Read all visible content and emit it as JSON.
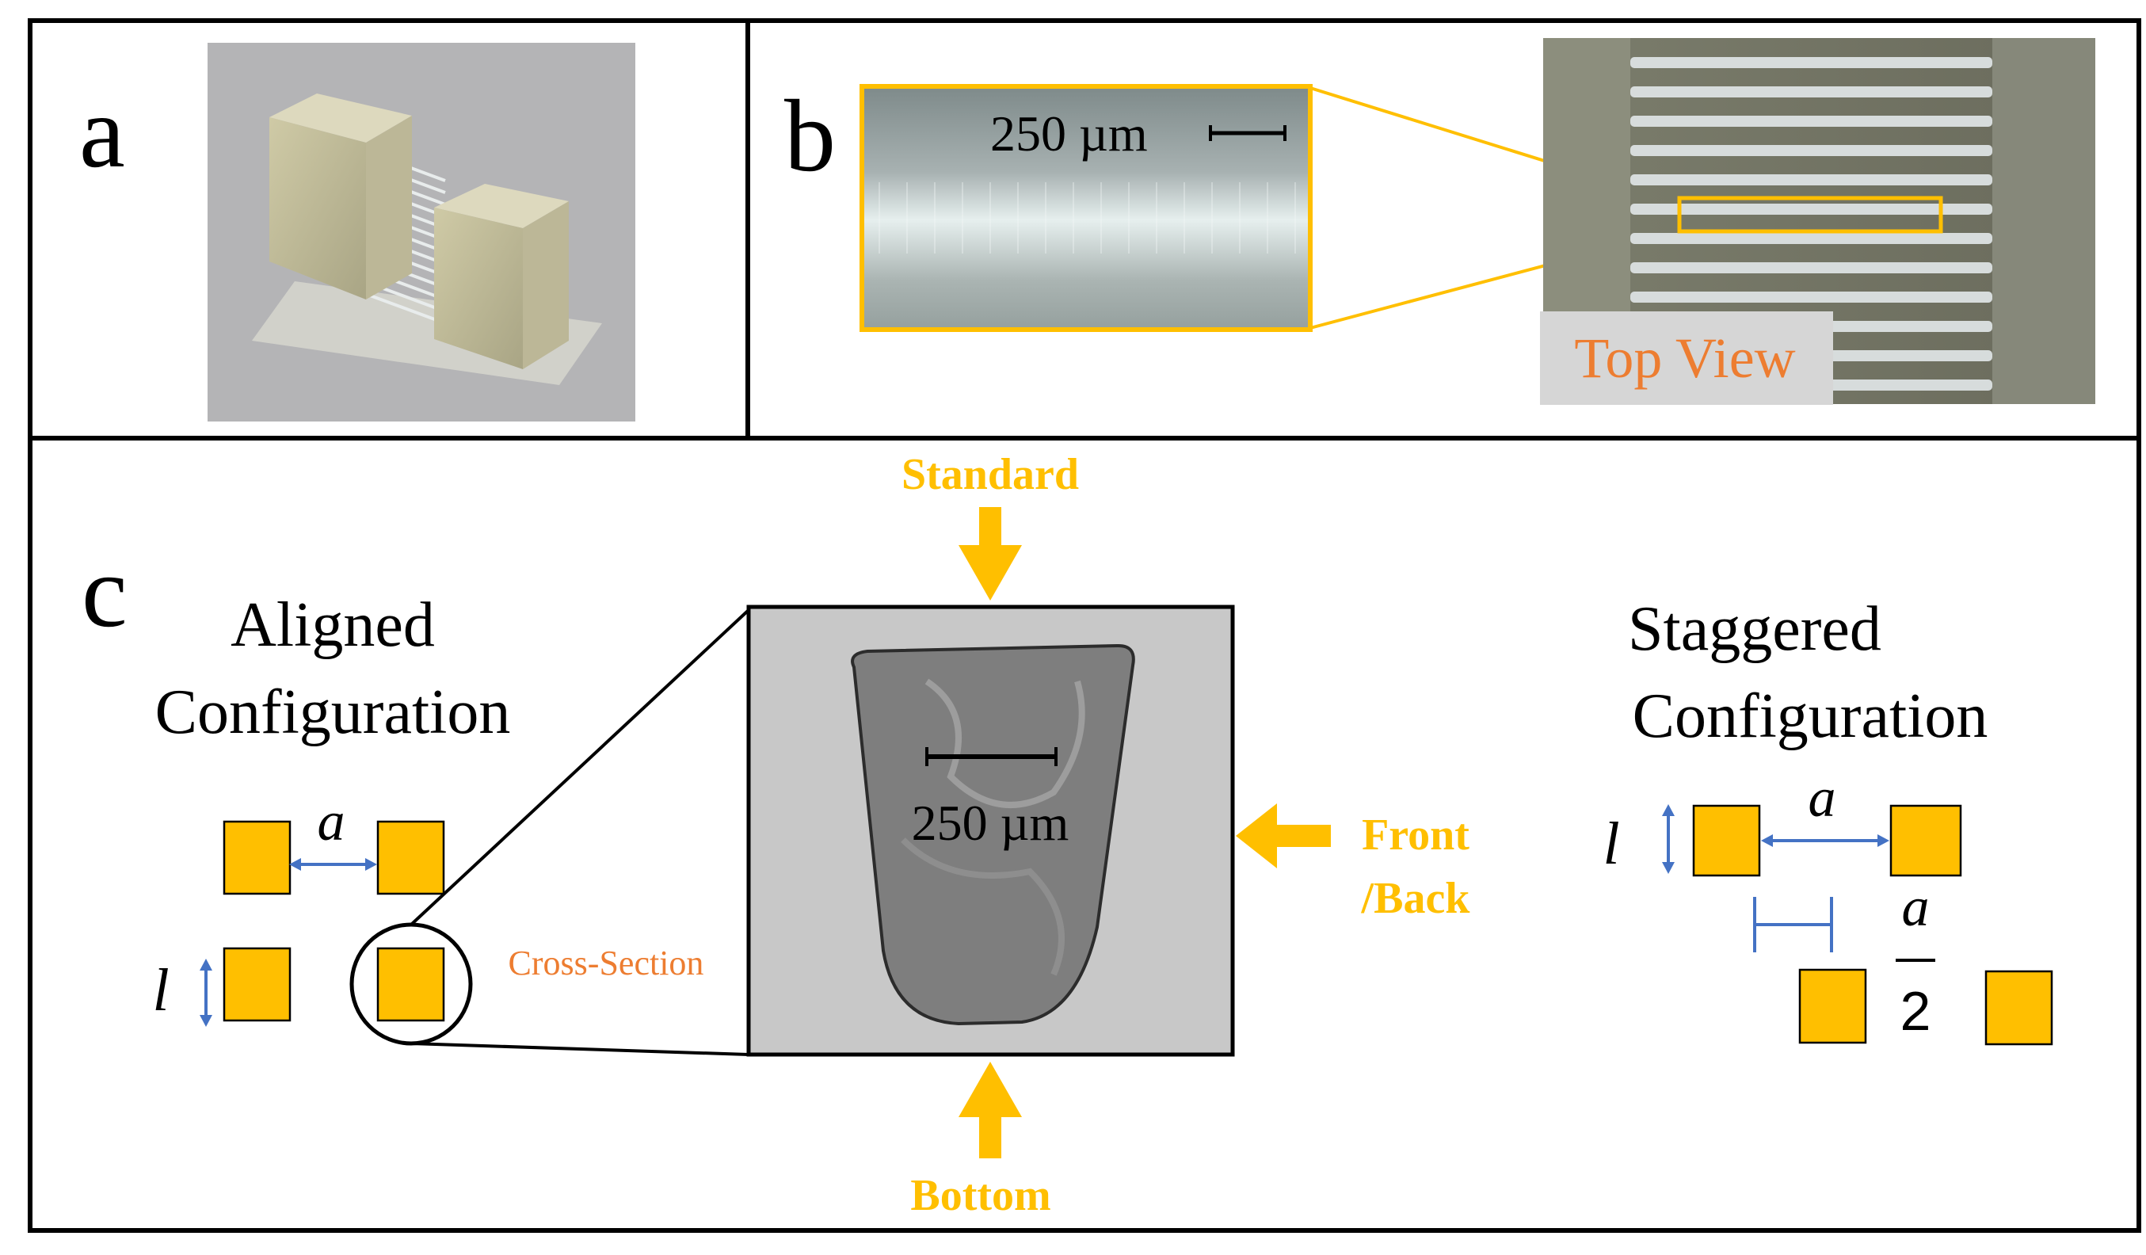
{
  "panels": {
    "a": {
      "label": "a"
    },
    "b": {
      "label": "b",
      "scale_text": "250 µm",
      "top_view_label": "Top View"
    },
    "c": {
      "label": "c",
      "aligned_title_line1": "Aligned",
      "aligned_title_line2": "Configuration",
      "staggered_title_line1": "Staggered",
      "staggered_title_line2": "Configuration",
      "symbol_a": "a",
      "symbol_l": "l",
      "fraction_numerator": "a",
      "fraction_denominator": "2",
      "cross_section_label": "Cross-Section",
      "scale_text": "250 µm",
      "arrow_standard": "Standard",
      "arrow_front_line1": "Front",
      "arrow_front_line2": "/Back",
      "arrow_bottom": "Bottom"
    }
  },
  "colors": {
    "accent_yellow": "#FFBF00",
    "arrow_blue": "#4472C4",
    "label_orange": "#ED7D31",
    "frame": "#000000"
  }
}
